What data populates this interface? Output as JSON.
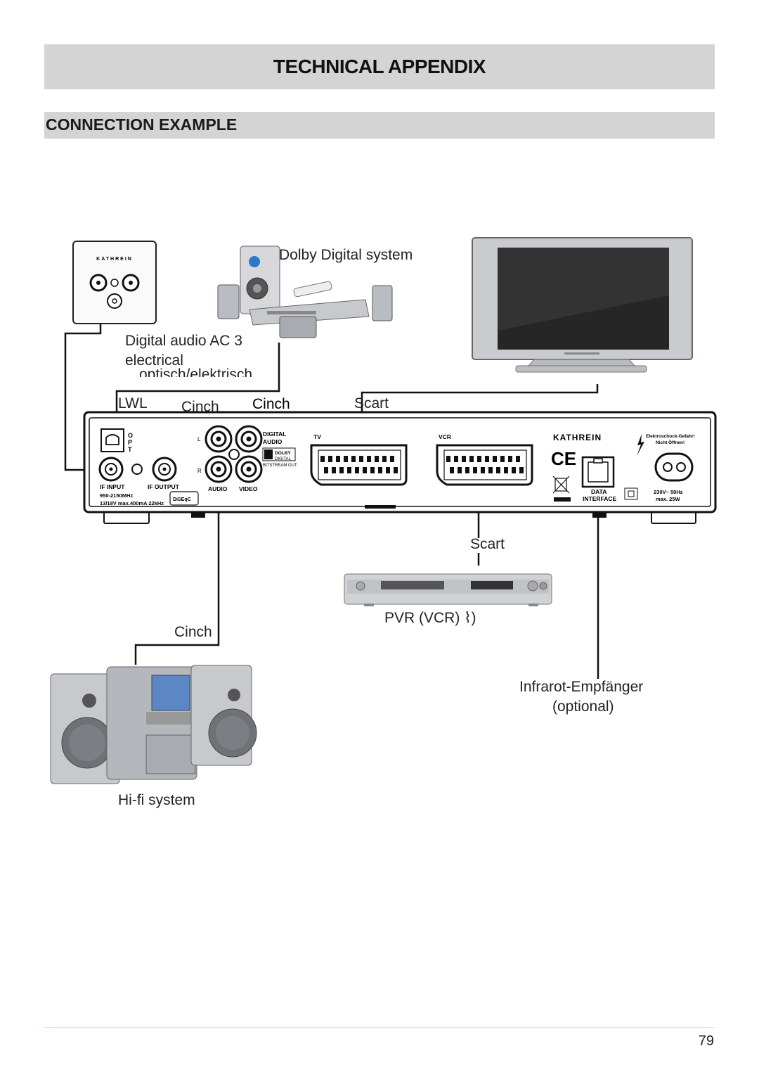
{
  "header": {
    "title": "TECHNICAL APPENDIX"
  },
  "section": {
    "title": "CONNECTION EXAMPLE"
  },
  "labels": {
    "dolby_system": "Dolby Digital system",
    "digital_audio": "Digital audio AC 3",
    "electrical": "electrical",
    "optisch": "optisch/elektrisch",
    "lwl": "LWL",
    "cinch_1": "Cinch",
    "cinch_2": "Cinch",
    "scart_tv": "Scart",
    "scart_vcr": "Scart",
    "pvr": "PVR (VCR)",
    "pvr_symbol": "⌇)",
    "cinch_hifi": "Cinch",
    "infrared": "Infrarot-Empfänger",
    "optional": "(optional)",
    "hifi": "Hi-fi system"
  },
  "receiver_panel": {
    "brand": "KATHREIN",
    "opt": [
      "O",
      "P",
      "T"
    ],
    "if_input": "IF INPUT",
    "if_output": "IF OUTPUT",
    "freq": "950-2150MHz",
    "power_spec": "13/18V max.400mA 22kHz",
    "diseqc": "DiSEqC",
    "audio_l": "L",
    "audio_r": "R",
    "audio": "AUDIO",
    "video": "VIDEO",
    "digital_audio": "DIGITAL",
    "digital_audio2": "AUDIO",
    "dolby": "DOLBY",
    "dolby_digital": "DIGITAL",
    "bitstream": "BITSTREAM OUT",
    "tv": "TV",
    "vcr": "VCR",
    "warning1": "Elektroschock-Gefahr!",
    "warning2": "Nicht Öffnen!",
    "ce": "CE",
    "data": "DATA",
    "interface": "INTERFACE",
    "voltage": "230V~ 50Hz",
    "power": "max. 25W"
  },
  "wall_socket": {
    "brand": "KATHREIN"
  },
  "footer": {
    "page_number": "79"
  }
}
